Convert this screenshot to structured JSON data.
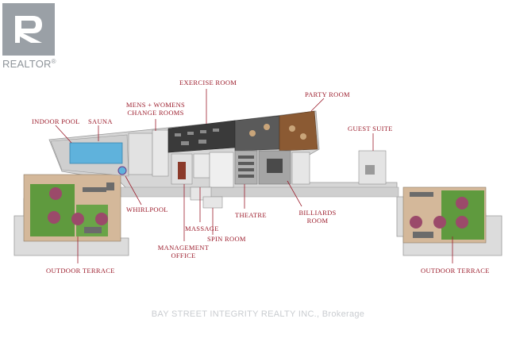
{
  "logo": {
    "text": "REALTOR",
    "mark": "®"
  },
  "labels": {
    "exercise_room": "EXERCISE ROOM",
    "party_room": "PARTY ROOM",
    "mens_womens": "MENS + WOMENS CHANGE ROOMS",
    "indoor_pool": "INDOOR POOL",
    "sauna": "SAUNA",
    "guest_suite": "GUEST SUITE",
    "whirlpool": "WHIRLPOOL",
    "theatre": "THEATRE",
    "billiards": "BILLIARDS ROOM",
    "massage": "MASSAGE",
    "spin_room": "SPIN ROOM",
    "management": "MANAGEMENT OFFICE",
    "outdoor_terrace_left": "OUTDOOR TERRACE",
    "outdoor_terrace_right": "OUTDOOR TERRACE"
  },
  "watermark": "BAY STREET INTEGRITY REALTY INC., Brokerage",
  "colors": {
    "label": "#9c1d2c",
    "pool": "#5fb2dc",
    "grass": "#5f9a3e",
    "wood": "#8b5a33",
    "dark": "#3a3a3a",
    "floor": "#d9d9d9",
    "wall": "#a8a8a8"
  }
}
